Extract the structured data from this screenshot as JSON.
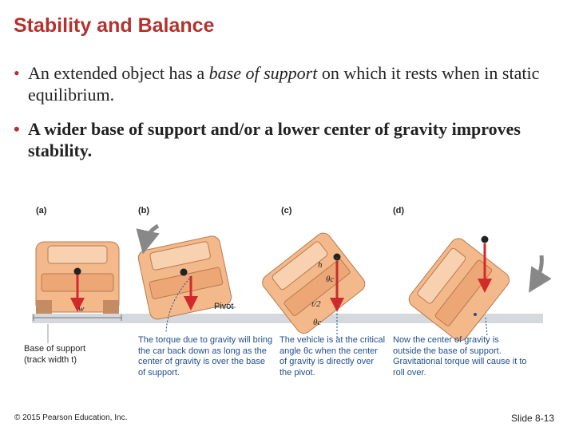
{
  "title": "Stability and Balance",
  "bullets": {
    "b1_a": "An extended object has a ",
    "b1_italic": "base of support",
    "b1_b": " on which it rests when in static equilibrium.",
    "b2": "A wider base of support and/or a lower center of gravity improves stability."
  },
  "figure": {
    "panels": [
      "(a)",
      "(b)",
      "(c)",
      "(d)"
    ],
    "pivot_label": "Pivot",
    "weight_label": "w",
    "base_label_line1": "Base of support",
    "base_label_line2": "(track width t)",
    "h_label": "h",
    "theta_label": "θc",
    "t_half_label": "t/2",
    "caption_b": "The torque due to gravity will bring the car back down as long as the center of gravity is over the base of support.",
    "caption_c": "The vehicle is at the critical angle θc when the center of gravity is directly over the pivot.",
    "caption_d": "Now the center of gravity is outside the base of support. Gravitational torque will cause it to roll over.",
    "colors": {
      "car": "#f3b98a",
      "car_outline": "#b97a4e",
      "ground": "#c9ccd1",
      "arrow_red": "#d22a2a",
      "caption_blue": "#1f4e8f"
    }
  },
  "footer": {
    "copyright": "© 2015 Pearson Education, Inc.",
    "slide": "Slide 8-13"
  }
}
